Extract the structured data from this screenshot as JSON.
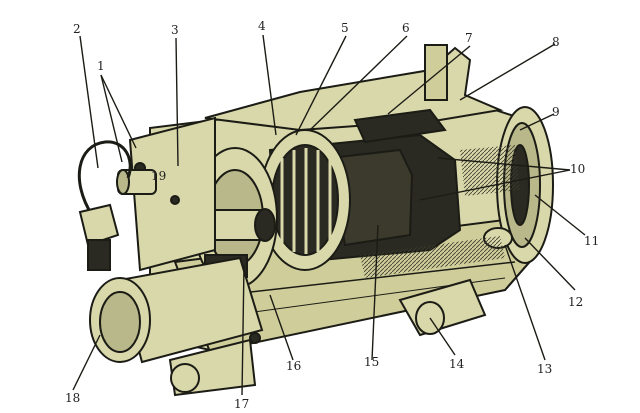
{
  "labels": {
    "l1": "1",
    "l2": "2",
    "l3": "3",
    "l4": "4",
    "l5": "5",
    "l6": "6",
    "l7": "7",
    "l8": "8",
    "l9": "9",
    "l10": "10",
    "l11": "11",
    "l12": "12",
    "l13": "13",
    "l14": "14",
    "l15": "15",
    "l16": "16",
    "l17": "17",
    "l18": "18",
    "l19": "19"
  },
  "colors": {
    "body": "#d9d8aa",
    "body_dark": "#b9b88a",
    "ink": "#1c1c16",
    "shade": "#2a2a22"
  }
}
